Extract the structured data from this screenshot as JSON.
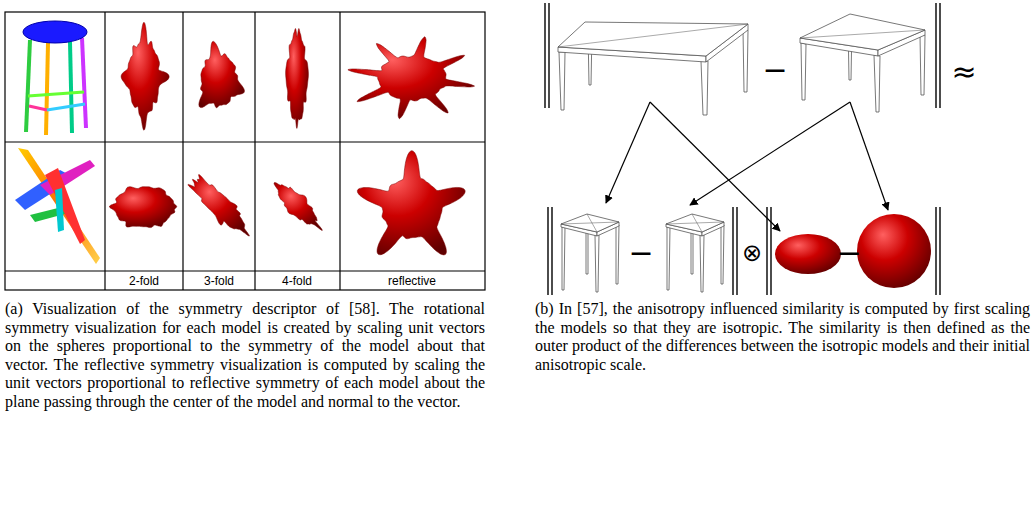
{
  "diagram": {
    "labels": [
      "2-fold",
      "3-fold",
      "4-fold",
      "reflective",
      "(a) Visualization of the symmetry descriptor of [58]. The rotational symmetry visualization for each model is created by scaling unit vectors on the spheres proportional to the symmetry of the model about that vector. The reflective symmetry visualization is computed by scaling the unit vectors proportional to reflective symmetry of each model about the plane passing through the center of the model and normal to the vector.",
      "−",
      "≈",
      "−",
      "⊗",
      "−",
      "(b) In [57], the anisotropy influenced similarity is computed by first scaling the models so that they are isotropic. The similarity is then defined as the outer product of the differences between the isotropic models and their initial anisotropic scale."
    ]
  }
}
